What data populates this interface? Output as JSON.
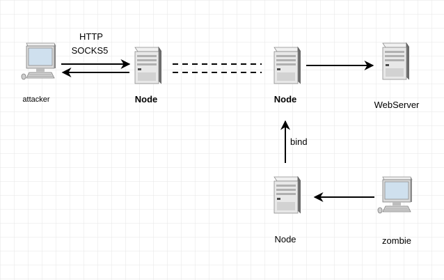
{
  "diagram": {
    "nodes": {
      "attacker": {
        "label": "attacker",
        "icon": "computer-icon"
      },
      "node_left": {
        "label": "Node",
        "icon": "server-icon"
      },
      "node_mid": {
        "label": "Node",
        "icon": "server-icon"
      },
      "webserver": {
        "label": "WebServer",
        "icon": "server-icon"
      },
      "node_bottom": {
        "label": "Node",
        "icon": "server-icon"
      },
      "zombie": {
        "label": "zombie",
        "icon": "computer-icon"
      }
    },
    "edges": {
      "protocol_label_line1": "HTTP",
      "protocol_label_line2": "SOCKS5",
      "bind_label": "bind"
    }
  },
  "colors": {
    "grid": "#e6e6e6",
    "line": "#000000",
    "server_light": "#e8e8e8",
    "server_mid": "#b8b8b8",
    "server_dark": "#6e6e6e",
    "screen": "#cfe0ee"
  }
}
